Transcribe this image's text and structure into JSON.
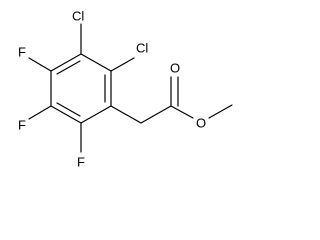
{
  "molecule": {
    "atoms": {
      "cl_upper": "Cl",
      "cl_right": "Cl",
      "f_upper": "F",
      "f_mid": "F",
      "f_lower": "F",
      "o_carbonyl": "O",
      "o_ester": "O"
    }
  }
}
